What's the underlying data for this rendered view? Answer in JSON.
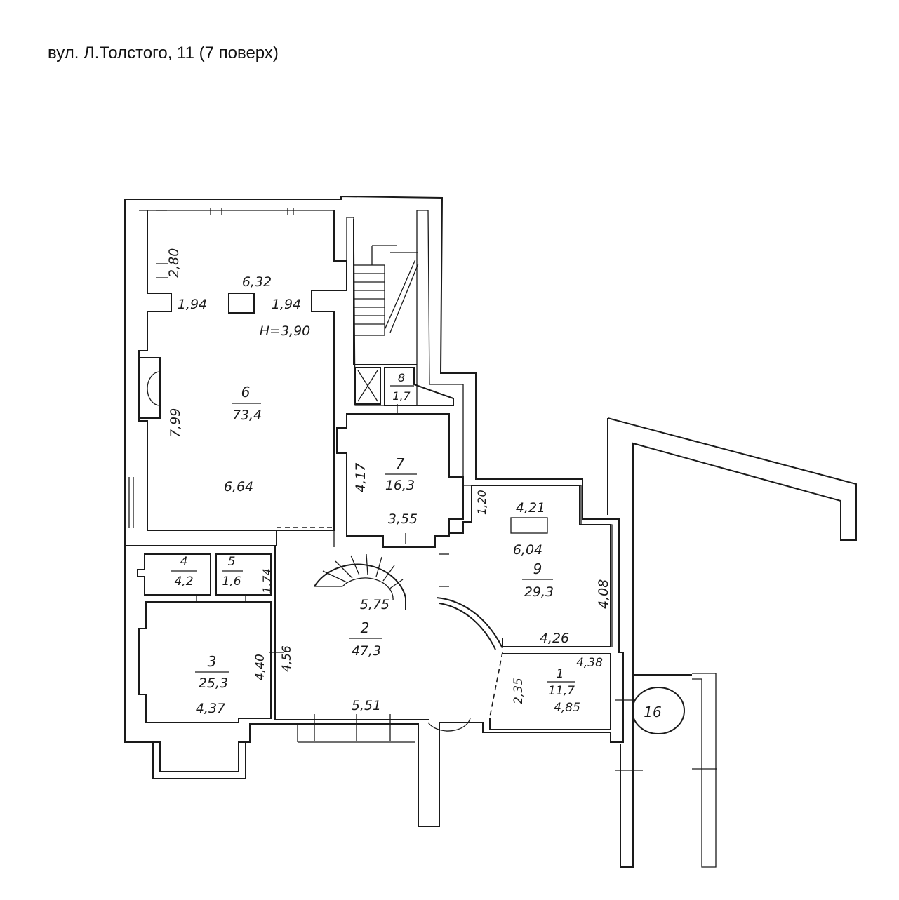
{
  "header": {
    "title": "вул. Л.Толстого, 11 (7 поверх)"
  },
  "rooms": [
    {
      "id": "room-6",
      "number": "6",
      "area": "73,4"
    },
    {
      "id": "room-7",
      "number": "7",
      "area": "16,3"
    },
    {
      "id": "room-8",
      "number": "8",
      "area": "1,7"
    },
    {
      "id": "room-9",
      "number": "9",
      "area": "29,3"
    },
    {
      "id": "room-4",
      "number": "4",
      "area": "4,2"
    },
    {
      "id": "room-5",
      "number": "5",
      "area": "1,6"
    },
    {
      "id": "room-2",
      "number": "2",
      "area": "47,3"
    },
    {
      "id": "room-3",
      "number": "3",
      "area": "25,3"
    },
    {
      "id": "room-1",
      "number": "1",
      "area": "11,7"
    },
    {
      "id": "room-16",
      "number": "16",
      "area": ""
    }
  ],
  "dimensions": {
    "d_280": "2,80",
    "d_632": "6,32",
    "d_194_left": "1,94",
    "d_194_right": "1,94",
    "height": "H=3,90",
    "d_799": "7,99",
    "d_664": "6,64",
    "d_417": "4,17",
    "d_355": "3,55",
    "d_120": "1,20",
    "d_421": "4,21",
    "d_604": "6,04",
    "d_408": "4,08",
    "d_426": "4,26",
    "d_174": "1,74",
    "d_575": "5,75",
    "d_440": "4,40",
    "d_456": "4,56",
    "d_437": "4,37",
    "d_551": "5,51",
    "d_235": "2,35",
    "d_438": "4,38",
    "d_485": "4,85"
  }
}
